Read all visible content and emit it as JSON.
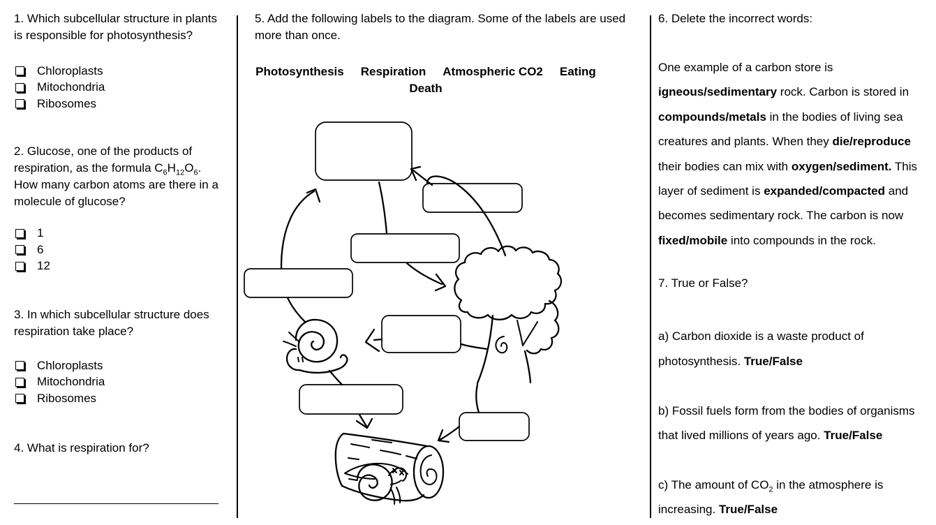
{
  "page": {
    "background": "#ffffff",
    "ink": "#000000"
  },
  "left_column": {
    "q1": "1. Which subcellular structure in plants is responsible for photosynthesis?",
    "q1_options": [
      "Chloroplasts",
      "Mitochondria",
      "Ribosomes"
    ],
    "q2_segments": [
      {
        "t": "2. Glucose, one of the products of respiration, as the formula C"
      },
      {
        "t": "6",
        "sub": true
      },
      {
        "t": "H"
      },
      {
        "t": "12",
        "sub": true
      },
      {
        "t": "O"
      },
      {
        "t": "6",
        "sub": true
      },
      {
        "t": ". How many carbon atoms are there in a molecule of glucose?"
      }
    ],
    "q2_options": [
      "1",
      "6",
      "12"
    ],
    "q3": "3. In which subcellular structure does respiration take place?",
    "q3_options": [
      "Chloroplasts",
      "Mitochondria",
      "Ribosomes"
    ],
    "q4": "4. What is respiration for?"
  },
  "middle_column": {
    "q5": "5. Add the following labels to the diagram. Some of the labels are used more than once.",
    "word_bank": [
      "Photosynthesis",
      "Respiration",
      "Atmospheric CO2",
      "Eating",
      "Death"
    ]
  },
  "diagram": {
    "empty_label_boxes": 7,
    "drawings": [
      "tree",
      "snail",
      "fallen-log",
      "dead-snail"
    ]
  },
  "right_column": {
    "q6_heading": "6. Delete the incorrect words:",
    "q6_segments": [
      {
        "t": "One example of a carbon store is "
      },
      {
        "t": "igneous/sedimentary",
        "b": true
      },
      {
        "t": " rock. Carbon is stored in "
      },
      {
        "t": "compounds/metals",
        "b": true
      },
      {
        "t": " in the bodies of living sea creatures and plants. When they "
      },
      {
        "t": "die/reproduce",
        "b": true
      },
      {
        "t": " their bodies can mix with "
      },
      {
        "t": "oxygen/sediment.",
        "b": true
      },
      {
        "t": " This layer of sediment is "
      },
      {
        "t": "expanded/compacted",
        "b": true
      },
      {
        "t": " and becomes sedimentary rock. The carbon is now "
      },
      {
        "t": "fixed/mobile",
        "b": true
      },
      {
        "t": " into compounds in the rock."
      }
    ],
    "q7_heading": "7. True or False?",
    "q7a_segments": [
      {
        "t": "a) Carbon dioxide is a waste product of photosynthesis. "
      },
      {
        "t": "True/False",
        "b": true
      }
    ],
    "q7b_segments": [
      {
        "t": "b) Fossil fuels form from the bodies of organisms that lived millions of years ago. "
      },
      {
        "t": "True/False",
        "b": true
      }
    ],
    "q7c_segments": [
      {
        "t": "c) The amount of CO"
      },
      {
        "t": "2",
        "sub": true
      },
      {
        "t": " in the atmosphere is increasing. "
      },
      {
        "t": "True/False",
        "b": true
      }
    ]
  }
}
